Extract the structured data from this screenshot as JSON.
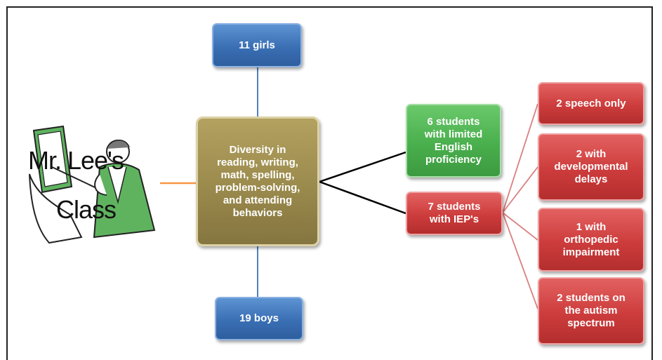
{
  "title": {
    "line1": "Mr. Lee's",
    "line2": "Class"
  },
  "center": {
    "label": "Diversity in\nreading, writing,\nmath, spelling,\nproblem-solving,\nand attending\nbehaviors"
  },
  "top_node": {
    "label": "11 girls"
  },
  "bottom_node": {
    "label": "19 boys"
  },
  "english_node": {
    "label": "6 students\nwith limited\nEnglish\nproficiency"
  },
  "iep_node": {
    "label": "7 students\nwith IEP's"
  },
  "iep_breakdown": [
    {
      "label": "2 speech only"
    },
    {
      "label": "2 with\ndevelopmental\ndelays"
    },
    {
      "label": "1 with\northopedic\nimpairment"
    },
    {
      "label": "2 students on\nthe autism\nspectrum"
    }
  ],
  "colors": {
    "blue": "#3a6fb4",
    "olive": "#9a8a4c",
    "green": "#4aaf4d",
    "red": "#cd3c3c",
    "connector_blue": "#4f81bd",
    "connector_orange": "#f79646",
    "connector_black": "#000000",
    "connector_red": "#d98080"
  },
  "icons": {
    "teacher": "teacher-clipart-icon"
  }
}
